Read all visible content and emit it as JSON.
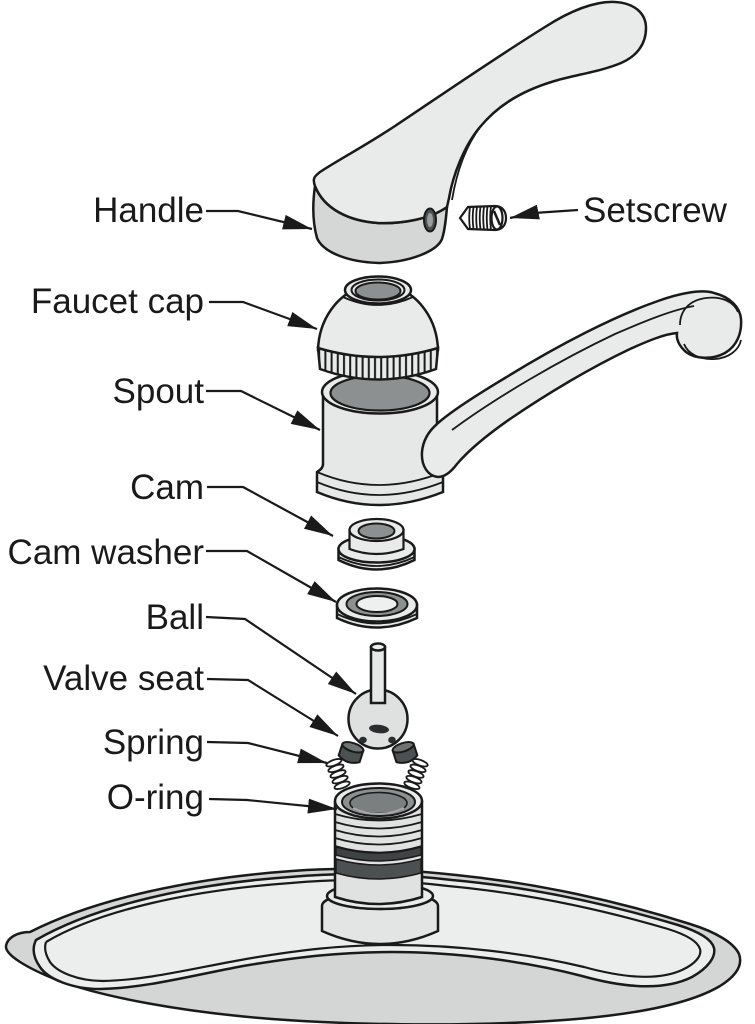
{
  "figure": {
    "labels": {
      "handle": "Handle",
      "setscrew": "Setscrew",
      "faucet_cap": "Faucet cap",
      "spout": "Spout",
      "cam": "Cam",
      "cam_washer": "Cam washer",
      "ball": "Ball",
      "valve_seat": "Valve seat",
      "spring": "Spring",
      "o_ring": "O-ring"
    },
    "colors": {
      "outline": "#1a1a1a",
      "fill_light": "#e9eaea",
      "fill_mid": "#d5d7d7",
      "opening_gray": "#8d9090",
      "deep_gray": "#7b7f7f",
      "rubber_dark": "#4d5050",
      "background": "#ffffff"
    }
  }
}
